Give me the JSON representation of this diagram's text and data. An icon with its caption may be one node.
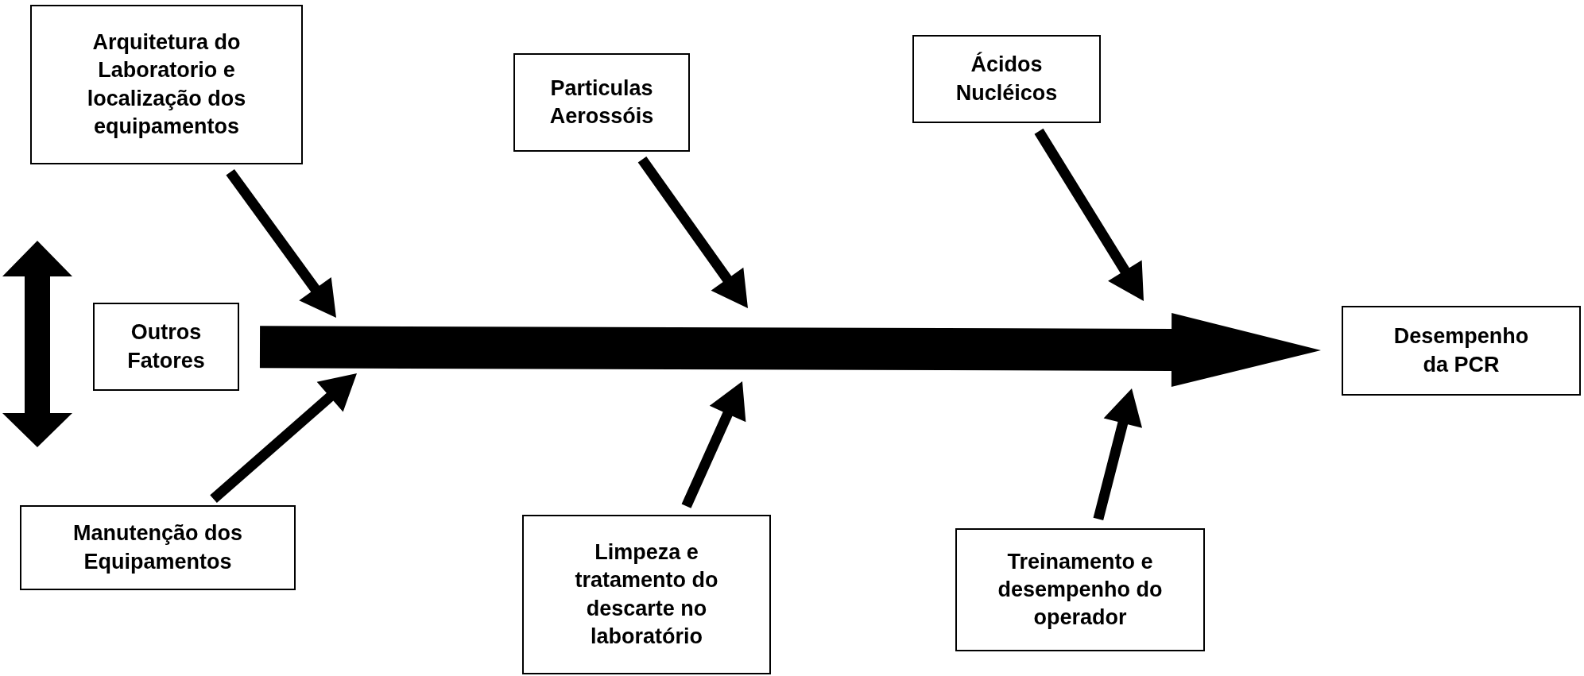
{
  "diagram": {
    "nodes": [
      {
        "text": [
          "Arquitetura do Laboratorio e localização dos equipamentos"
        ]
      },
      {
        "text": [
          "Particulas Aerossóis"
        ]
      },
      {
        "text": [
          "Ácidos Nucléicos"
        ]
      },
      {
        "text": [
          "Outros Fatores"
        ]
      },
      {
        "text": [
          "Desempenho da PCR"
        ]
      },
      {
        "text": [
          "Manutenção dos Equipamentos"
        ]
      },
      {
        "text": [
          "Limpeza e tratamento do descarte no laboratório"
        ]
      },
      {
        "text": [
          "Treinamento e desempenho do operador"
        ]
      }
    ],
    "edges": [
      {
        "from": 3,
        "to": 4,
        "arrow": "to",
        "style": "thick"
      },
      {
        "from": 0,
        "to": null,
        "arrow": "to"
      },
      {
        "from": 1,
        "to": null,
        "arrow": "to"
      },
      {
        "from": 2,
        "to": null,
        "arrow": "to"
      },
      {
        "from": 5,
        "to": null,
        "arrow": "to"
      },
      {
        "from": 6,
        "to": null,
        "arrow": "to"
      },
      {
        "from": 7,
        "to": null,
        "arrow": "to"
      }
    ]
  }
}
